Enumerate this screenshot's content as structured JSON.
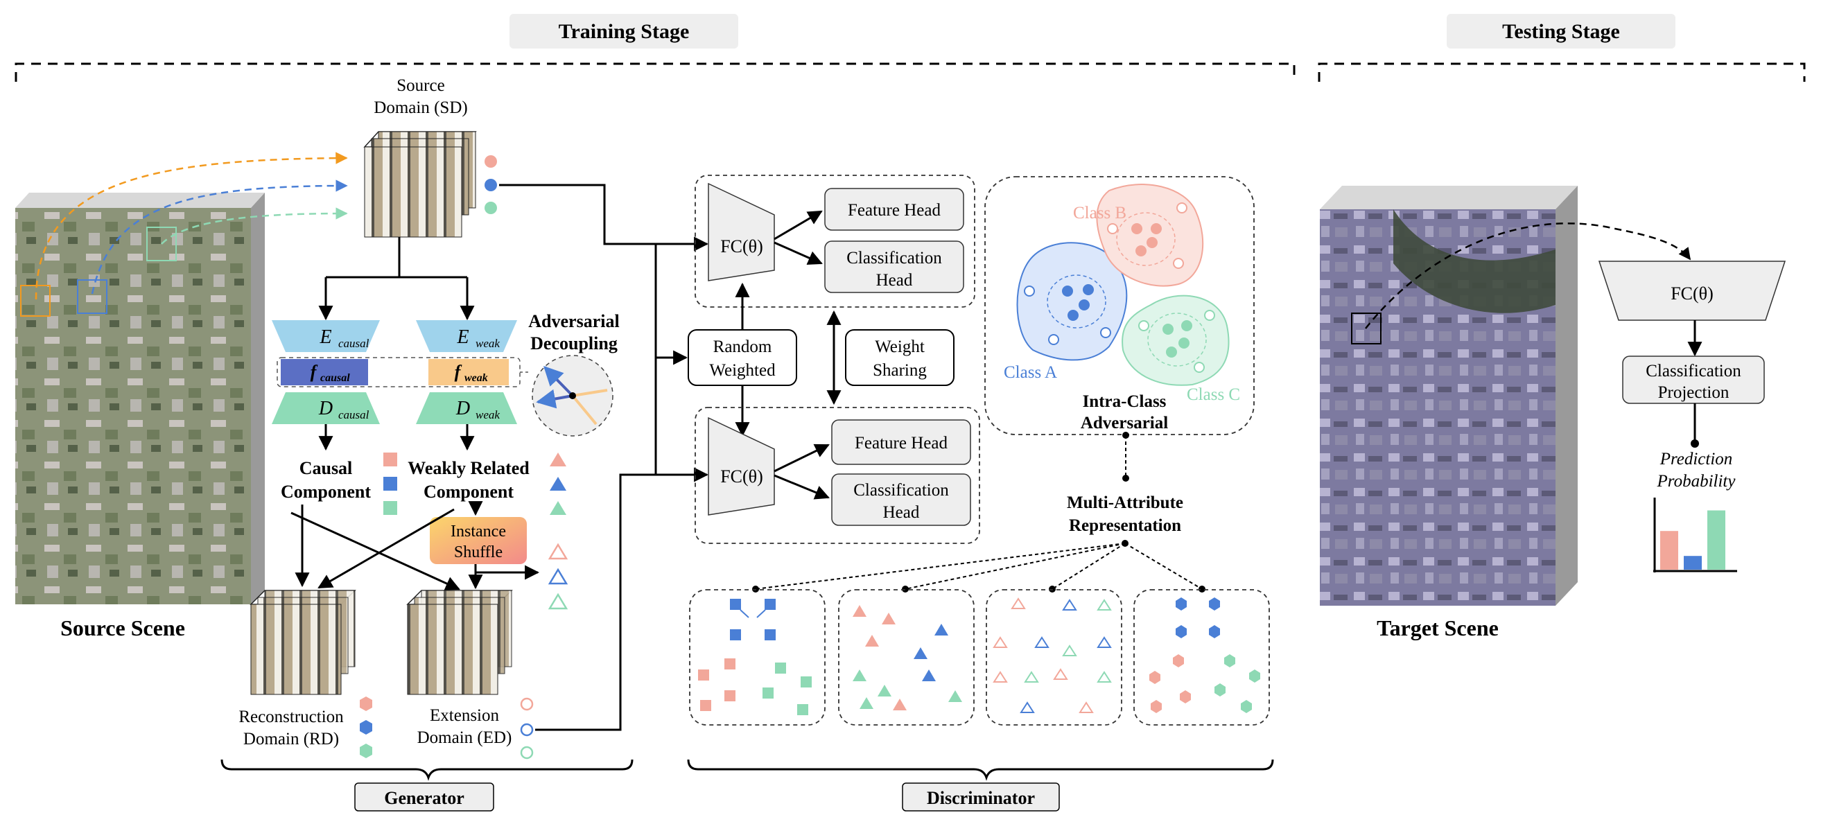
{
  "stages": {
    "training": "Training Stage",
    "testing": "Testing Stage"
  },
  "source": {
    "domain_line1": "Source",
    "domain_line2": "Domain (SD)",
    "scene_label": "Source Scene"
  },
  "target": {
    "scene_label": "Target Scene"
  },
  "generator": {
    "e_causal": "E",
    "e_causal_sub": "causal",
    "e_weak": "E",
    "e_weak_sub": "weak",
    "f_causal": "f",
    "f_causal_sub": "causal",
    "f_weak": "f",
    "f_weak_sub": "weak",
    "d_causal": "D",
    "d_causal_sub": "causal",
    "d_weak": "D",
    "d_weak_sub": "weak",
    "adv_line1": "Adversarial",
    "adv_line2": "Decoupling",
    "causal_line1": "Causal",
    "causal_line2": "Component",
    "weak_line1": "Weakly Related",
    "weak_line2": "Component",
    "shuffle_line1": "Instance",
    "shuffle_line2": "Shuffle",
    "rd_line1": "Reconstruction",
    "rd_line2": "Domain (RD)",
    "ed_line1": "Extension",
    "ed_line2": "Domain (ED)",
    "tag": "Generator"
  },
  "discriminator": {
    "fc": "FC(θ)",
    "feature_head": "Feature Head",
    "class_head_line1": "Classification",
    "class_head_line2": "Head",
    "random_line1": "Random",
    "random_line2": "Weighted",
    "weight_line1": "Weight",
    "weight_line2": "Sharing",
    "class_a": "Class A",
    "class_b": "Class B",
    "class_c": "Class C",
    "intra_line1": "Intra-Class",
    "intra_line2": "Adversarial",
    "multi_line1": "Multi-Attribute",
    "multi_line2": "Representation",
    "tag": "Discriminator"
  },
  "testing": {
    "fc": "FC(θ)",
    "proj_line1": "Classification",
    "proj_line2": "Projection",
    "prob_line1": "Prediction",
    "prob_line2": "Probability"
  },
  "bar_chart": {
    "values": [
      0.62,
      0.22,
      0.95
    ]
  },
  "colors": {
    "class_a": "#4a7fd6",
    "class_b": "#f2a79a",
    "class_c": "#8ed9b4",
    "encoder": "#9fd3ec",
    "decoder": "#8edbb7",
    "f_causal": "#5b6fc4",
    "f_weak": "#f9c98a",
    "orange_arrow": "#f29a1f"
  }
}
